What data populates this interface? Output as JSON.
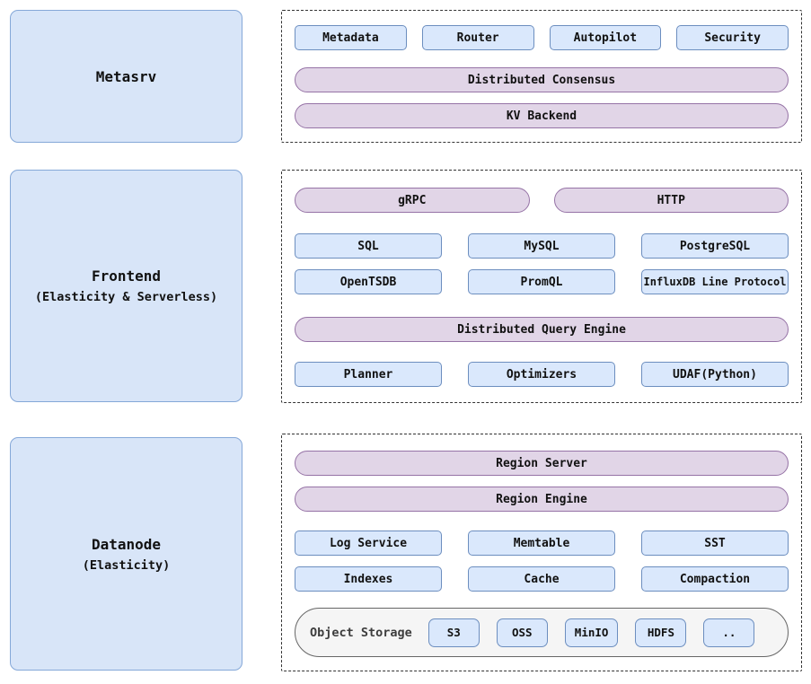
{
  "palette": {
    "chip_fill": "#dae8fc",
    "chip_stroke": "#6c8ebf",
    "big_box_fill": "#d8e5f8",
    "big_box_stroke": "#85a8d8",
    "pill_fill": "#e1d5e7",
    "pill_stroke": "#9673a6",
    "storage_fill": "#f5f5f5",
    "storage_stroke": "#666666",
    "dashed_border": "#333333",
    "text": "#111111"
  },
  "metasrv": {
    "label": "Metasrv",
    "components": [
      "Metadata",
      "Router",
      "Autopilot",
      "Security"
    ],
    "pills": [
      "Distributed Consensus",
      "KV Backend"
    ]
  },
  "frontend": {
    "label": "Frontend",
    "subtitle": "(Elasticity & Serverless)",
    "protocols": [
      "gRPC",
      "HTTP"
    ],
    "interfaces_row1": [
      "SQL",
      "MySQL",
      "PostgreSQL"
    ],
    "interfaces_row2": [
      "OpenTSDB",
      "PromQL",
      "InfluxDB Line Protocol"
    ],
    "engine": "Distributed Query Engine",
    "engine_parts": [
      "Planner",
      "Optimizers",
      "UDAF(Python)"
    ]
  },
  "datanode": {
    "label": "Datanode",
    "subtitle": "(Elasticity)",
    "pills": [
      "Region Server",
      "Region Engine"
    ],
    "parts_row1": [
      "Log Service",
      "Memtable",
      "SST"
    ],
    "parts_row2": [
      "Indexes",
      "Cache",
      "Compaction"
    ],
    "object_storage": {
      "label": "Object Storage",
      "backends": [
        "S3",
        "OSS",
        "MinIO",
        "HDFS",
        ".."
      ]
    }
  }
}
